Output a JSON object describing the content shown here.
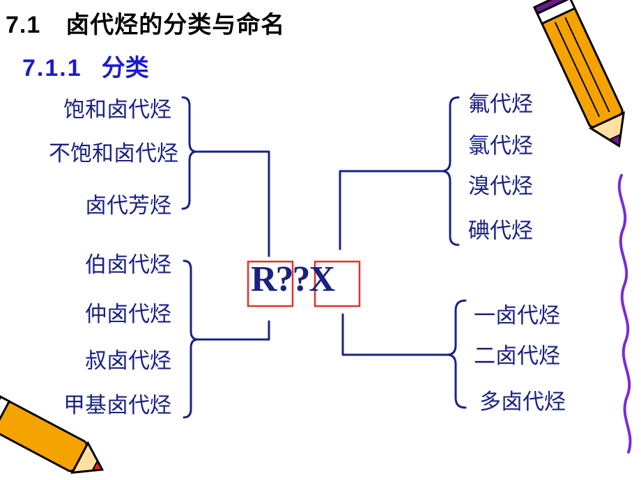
{
  "title": {
    "number": "7.1",
    "text": "卤代烃的分类与命名"
  },
  "subtitle": {
    "number": "7.1.1",
    "text": "分类"
  },
  "center": {
    "formula": "R??X"
  },
  "left_top_group": [
    "饱和卤代烃",
    "不饱和卤代烃",
    "卤代芳烃"
  ],
  "left_bottom_group": [
    "伯卤代烃",
    "仲卤代烃",
    "叔卤代烃",
    "甲基卤代烃"
  ],
  "right_top_group": [
    "氟代烃",
    "氯代烃",
    "溴代烃",
    "碘代烃"
  ],
  "right_bottom_group": [
    "一卤代烃",
    "二卤代烃",
    "多卤代烃"
  ],
  "decorations": [
    "pencil-icon",
    "pencil-icon"
  ],
  "colors": {
    "title": "#000000",
    "subtitle": "#1a1acc",
    "text": "#1a2280",
    "box": "#e03030"
  }
}
